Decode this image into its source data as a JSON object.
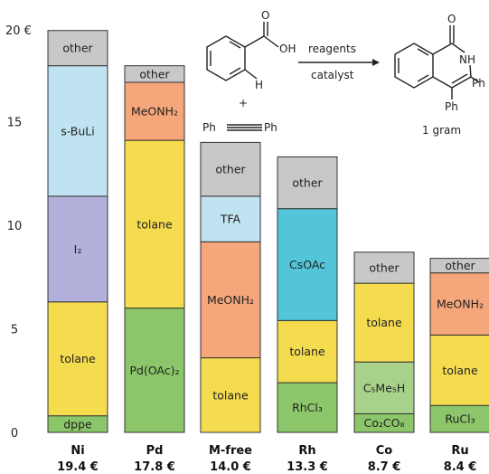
{
  "chart_data": {
    "type": "bar",
    "stacked": true,
    "y_top_label": "20 €",
    "yticks": [
      0,
      5,
      10,
      15
    ],
    "ylim": [
      0,
      20.5
    ],
    "categories": [
      "Ni",
      "Pd",
      "M-free",
      "Rh",
      "Co",
      "Ru"
    ],
    "totals": [
      "19.4 €",
      "17.8 €",
      "14.0 €",
      "13.3 €",
      "8.7 €",
      "8.4 €"
    ],
    "stacks": [
      {
        "segments": [
          {
            "label": "dppe",
            "value": 0.8,
            "color": "#8cc66a"
          },
          {
            "label": "tolane",
            "value": 5.5,
            "color": "#f5dc4f"
          },
          {
            "label": "I₂",
            "value": 5.1,
            "color": "#b3b0dc"
          },
          {
            "label": "s-BuLi",
            "value": 6.3,
            "color": "#bfe3f0"
          },
          {
            "label": "other",
            "value": 1.7,
            "color": "#c8c8c8"
          }
        ]
      },
      {
        "segments": [
          {
            "label": "Pd(OAc)₂",
            "value": 6.0,
            "color": "#8cc66a"
          },
          {
            "label": "tolane",
            "value": 8.1,
            "color": "#f5dc4f"
          },
          {
            "label": "MeONH₂",
            "value": 2.8,
            "color": "#f5a67a"
          },
          {
            "label": "other",
            "value": 0.8,
            "color": "#c8c8c8"
          }
        ]
      },
      {
        "segments": [
          {
            "label": "tolane",
            "value": 3.6,
            "color": "#f5dc4f"
          },
          {
            "label": "MeONH₂",
            "value": 5.6,
            "color": "#f5a67a"
          },
          {
            "label": "TFA",
            "value": 2.2,
            "color": "#bfe3f0"
          },
          {
            "label": "other",
            "value": 2.6,
            "color": "#c8c8c8"
          }
        ]
      },
      {
        "segments": [
          {
            "label": "RhCl₃",
            "value": 2.4,
            "color": "#8cc66a"
          },
          {
            "label": "tolane",
            "value": 3.0,
            "color": "#f5dc4f"
          },
          {
            "label": "CsOAc",
            "value": 5.4,
            "color": "#52c5d8"
          },
          {
            "label": "other",
            "value": 2.5,
            "color": "#c8c8c8"
          }
        ]
      },
      {
        "segments": [
          {
            "label": "Co₂CO₈",
            "value": 0.9,
            "color": "#8cc66a"
          },
          {
            "label": "C₅Me₅H",
            "value": 2.5,
            "color": "#a8d28a"
          },
          {
            "label": "tolane",
            "value": 3.8,
            "color": "#f5dc4f"
          },
          {
            "label": "other",
            "value": 1.5,
            "color": "#c8c8c8"
          }
        ]
      },
      {
        "segments": [
          {
            "label": "RuCl₃",
            "value": 1.3,
            "color": "#8cc66a"
          },
          {
            "label": "tolane",
            "value": 3.4,
            "color": "#f5dc4f"
          },
          {
            "label": "MeONH₂",
            "value": 3.0,
            "color": "#f5a67a"
          },
          {
            "label": "other",
            "value": 0.7,
            "color": "#c8c8c8"
          }
        ]
      }
    ]
  },
  "scheme": {
    "reagents": "reagents",
    "catalyst": "catalyst",
    "plus": "+",
    "ph_left": "Ph",
    "ph_right": "Ph",
    "ph_product_1": "Ph",
    "ph_product_2": "Ph",
    "oh": "OH",
    "h": "H",
    "o_acid": "O",
    "o_product": "O",
    "nh": "NH",
    "amount": "1 gram"
  }
}
